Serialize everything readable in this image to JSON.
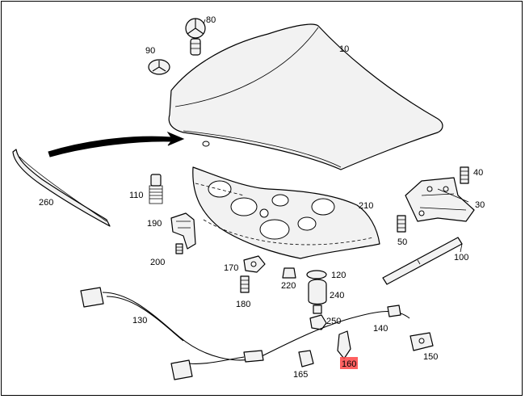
{
  "labels": [
    {
      "id": "p10",
      "text": "10"
    },
    {
      "id": "p30",
      "text": "30"
    },
    {
      "id": "p40",
      "text": "40"
    },
    {
      "id": "p50",
      "text": "50"
    },
    {
      "id": "p80",
      "text": "80"
    },
    {
      "id": "p90",
      "text": "90"
    },
    {
      "id": "p100",
      "text": "100"
    },
    {
      "id": "p110",
      "text": "110"
    },
    {
      "id": "p120",
      "text": "120"
    },
    {
      "id": "p130",
      "text": "130"
    },
    {
      "id": "p140",
      "text": "140"
    },
    {
      "id": "p150",
      "text": "150"
    },
    {
      "id": "p160",
      "text": "160"
    },
    {
      "id": "p165",
      "text": "165"
    },
    {
      "id": "p170",
      "text": "170"
    },
    {
      "id": "p180",
      "text": "180"
    },
    {
      "id": "p190",
      "text": "190"
    },
    {
      "id": "p200",
      "text": "200"
    },
    {
      "id": "p210",
      "text": "210"
    },
    {
      "id": "p220",
      "text": "220"
    },
    {
      "id": "p240",
      "text": "240"
    },
    {
      "id": "p250",
      "text": "250"
    },
    {
      "id": "p260",
      "text": "260"
    }
  ],
  "highlighted": "160",
  "colors": {
    "highlight": "#ff4444",
    "line": "#000000",
    "background": "#ffffff"
  }
}
